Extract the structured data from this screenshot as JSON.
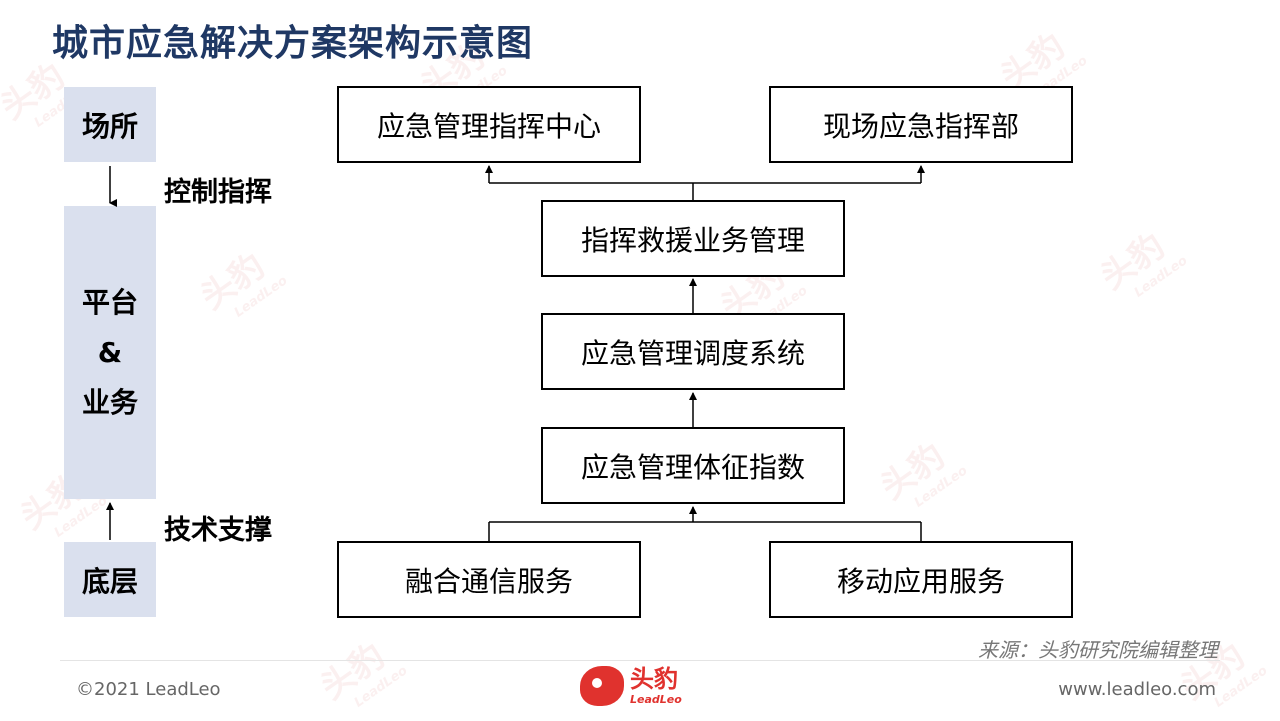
{
  "title": "城市应急解决方案架构示意图",
  "side": {
    "top_label": "场所",
    "platform_line1": "平台",
    "platform_line2": "&",
    "platform_line3": "业务",
    "bottom_label": "底层",
    "control_label": "控制指挥",
    "support_label": "技术支撑"
  },
  "nodes": {
    "command_center": "应急管理指挥中心",
    "field_command": "现场应急指挥部",
    "rescue_mgmt": "指挥救援业务管理",
    "dispatch_system": "应急管理调度系统",
    "vital_index": "应急管理体征指数",
    "comm_service": "融合通信服务",
    "mobile_service": "移动应用服务"
  },
  "source": "来源：头豹研究院编辑整理",
  "footer": {
    "copyright": "©2021 LeadLeo",
    "url": "www.leadleo.com",
    "logo_cn": "头豹",
    "logo_en": "LeadLeo"
  },
  "watermark": {
    "cn": "头豹",
    "en": "LeadLeo"
  },
  "colors": {
    "title": "#1f3864",
    "side_fill": "#dae0ee",
    "brand": "#e0322e"
  }
}
